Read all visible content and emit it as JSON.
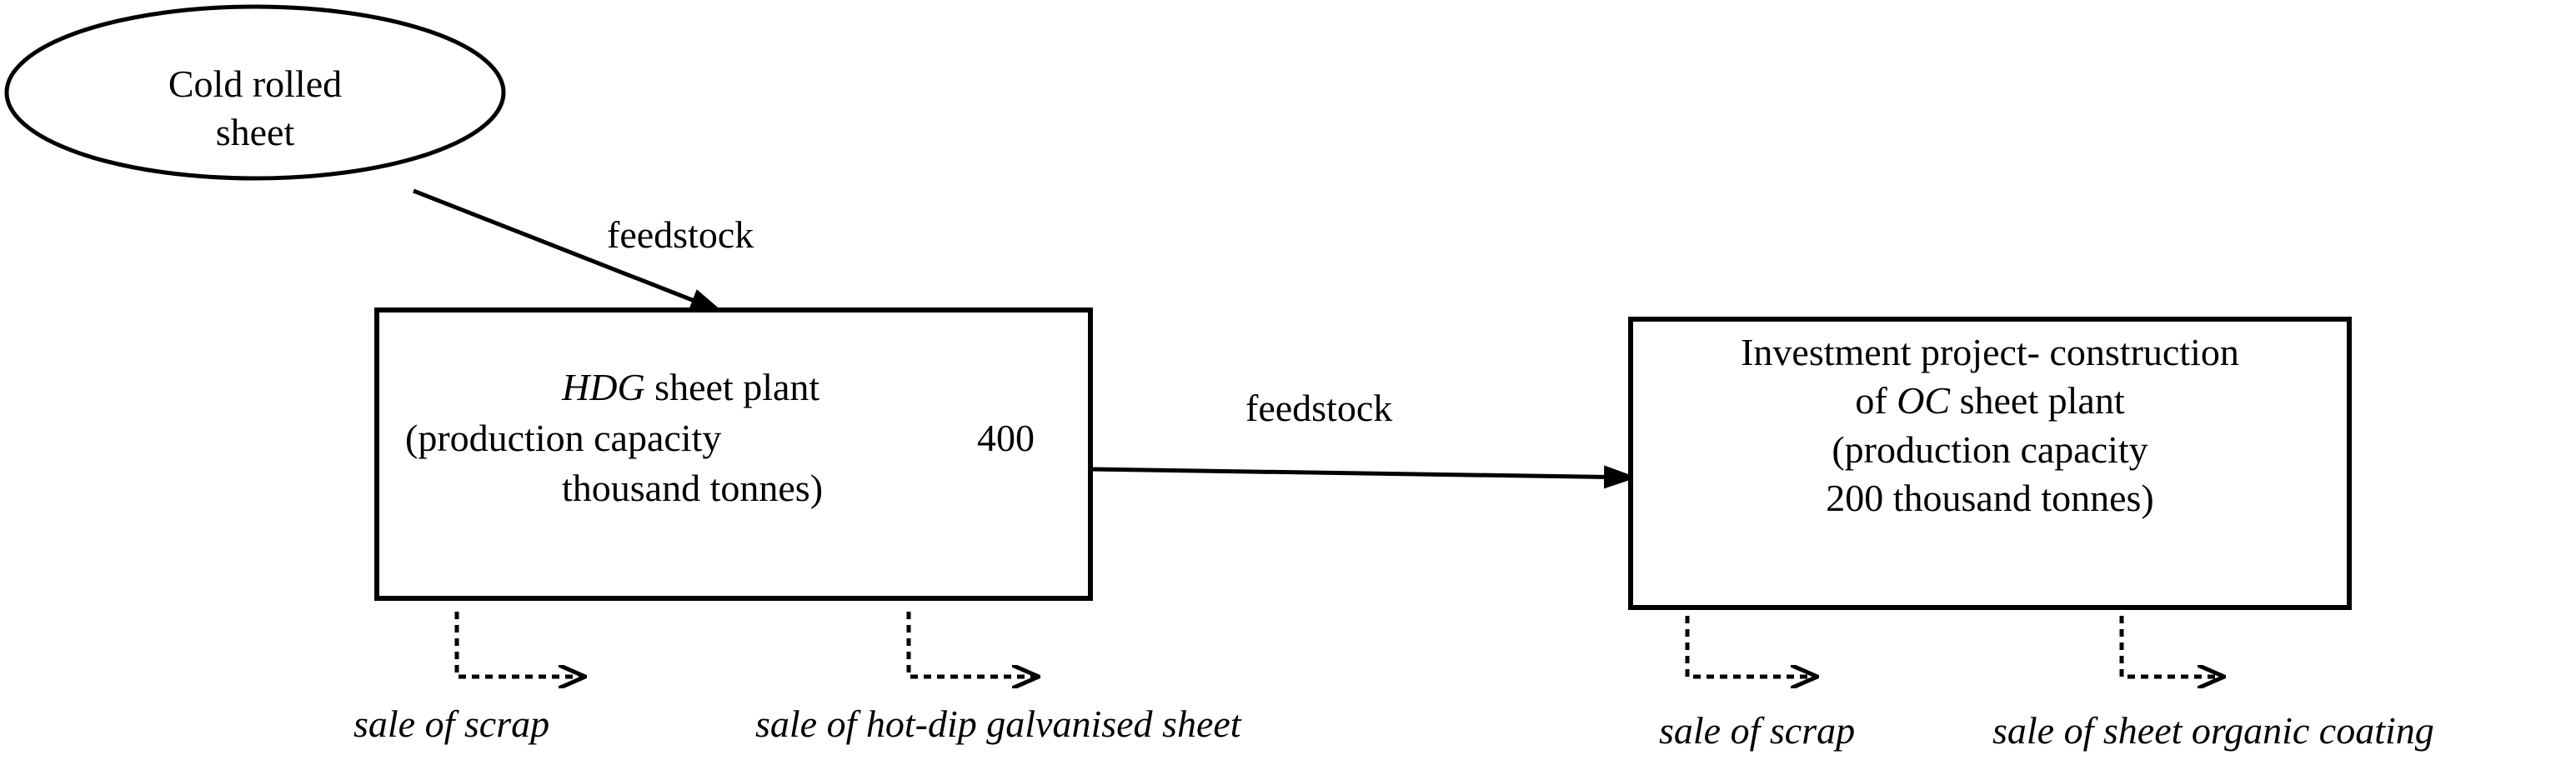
{
  "nodes": {
    "source": {
      "line1": "Cold rolled",
      "line2": "sheet"
    },
    "hdg_plant": {
      "abbr": "HDG",
      "title_rest": " sheet plant",
      "capacity_label": "(production capacity",
      "capacity_value": "400",
      "capacity_unit": "thousand tonnes)"
    },
    "oc_project": {
      "line1": "Investment project- construction",
      "line2_pre": "of ",
      "abbr": "OC",
      "line2_post": " sheet  plant",
      "line3": "(production capacity",
      "line4": "200 thousand tonnes)"
    }
  },
  "edges": {
    "feed1_label": "feedstock",
    "feed2_label": "feedstock"
  },
  "outputs": {
    "hdg_scrap": "sale of scrap",
    "hdg_product": "sale of hot-dip galvanised sheet",
    "oc_scrap": "sale of scrap",
    "oc_product": "sale of sheet organic coating"
  }
}
